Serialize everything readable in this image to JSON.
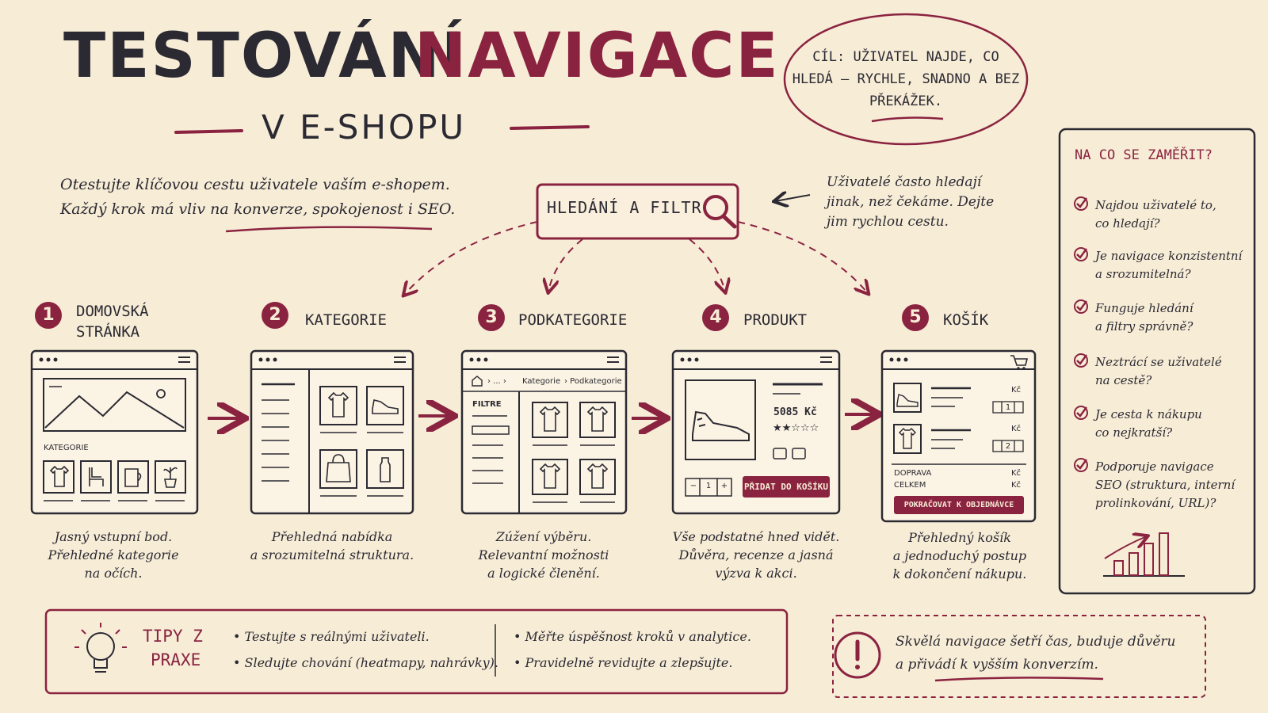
{
  "title": {
    "part1": "TESTOVÁNÍ",
    "part2": "NAVIGACE",
    "subtitle": "V E-SHOPU"
  },
  "goal": "CÍL: UŽIVATEL NAJDE, CO HLEDÁ – RYCHLE, SNADNO A BEZ PŘEKÁŽEK.",
  "intro": {
    "line1": "Otestujte klíčovou cestu uživatele vaším e-shopem.",
    "line2": "Každý krok má vliv na konverze, spokojenost i SEO."
  },
  "search": {
    "label": "HLEDÁNÍ A FILTR",
    "icon": "magnifier-icon"
  },
  "users_note": "Uživatelé často hledají jinak, než čekáme. Dejte jim rychlou cestu.",
  "steps": [
    {
      "number": "1",
      "label_l1": "DOMOVSKÁ",
      "label_l2": "STRÁNKA",
      "desc_l1": "Jasný vstupní bod.",
      "desc_l2": "Přehledné kategorie",
      "desc_l3": "na očích."
    },
    {
      "number": "2",
      "label_l1": "KATEGORIE",
      "label_l2": "",
      "desc_l1": "Přehledná nabídka",
      "desc_l2": "a srozumitelná struktura.",
      "desc_l3": ""
    },
    {
      "number": "3",
      "label_l1": "PODKATEGORIE",
      "label_l2": "",
      "desc_l1": "Zúžení výběru.",
      "desc_l2": "Relevantní možnosti",
      "desc_l3": "a logické členění."
    },
    {
      "number": "4",
      "label_l1": "PRODUKT",
      "label_l2": "",
      "desc_l1": "Vše podstatné hned vidět.",
      "desc_l2": "Důvěra, recenze a jasná",
      "desc_l3": "výzva k akci."
    },
    {
      "number": "5",
      "label_l1": "KOŠÍK",
      "label_l2": "",
      "desc_l1": "Přehledný košík",
      "desc_l2": "a jednoduchý postup",
      "desc_l3": "k dokončení nákupu."
    }
  ],
  "mockups": {
    "home_categories": "KATEGORIE",
    "breadcrumb_home": "› ... ›",
    "breadcrumb_cat": "Kategorie",
    "breadcrumb_sub": "› Podkategorie",
    "filter_label": "FILTRE",
    "product_price": "5085 Kč",
    "product_stars": "★★☆☆☆",
    "qty_minus": "−",
    "qty_value": "1",
    "qty_plus": "+",
    "add_to_cart": "PŘIDAT DO KOŠÍKU",
    "cart_currency": "Kč",
    "cart_qty1": "1",
    "cart_qty2": "2",
    "cart_shipping": "DOPRAVA",
    "cart_total": "CELKEM",
    "checkout": "POKRAČOVAT K OBJEDNÁVCE"
  },
  "checklist": {
    "title": "NA CO SE ZAMĚŘIT?",
    "items": [
      {
        "l1": "Najdou uživatelé to,",
        "l2": "co hledají?"
      },
      {
        "l1": "Je navigace konzistentní",
        "l2": "a srozumitelná?"
      },
      {
        "l1": "Funguje hledání",
        "l2": "a filtry správně?"
      },
      {
        "l1": "Neztrácí se uživatelé",
        "l2": "na cestě?"
      },
      {
        "l1": "Je cesta k nákupu",
        "l2": "co nejkratší?"
      },
      {
        "l1": "Podporuje navigace",
        "l2": "SEO (struktura, interní",
        "l3": "prolinkování, URL)?"
      }
    ]
  },
  "tips": {
    "title_l1": "TIPY Z",
    "title_l2": "PRAXE",
    "items": [
      "• Testujte s reálnými uživateli.",
      "• Sledujte chování (heatmapy, nahrávky).",
      "• Měřte úspěšnost kroků v analytice.",
      "• Pravidelně revidujte a zlepšujte."
    ]
  },
  "quote": {
    "l1": "Skvělá navigace šetří čas, buduje důvěru",
    "l2": "a přivádí k vyšším konverzím."
  },
  "colors": {
    "background": "#f7ecd6",
    "ink": "#2b2a33",
    "accent": "#8a2340"
  }
}
